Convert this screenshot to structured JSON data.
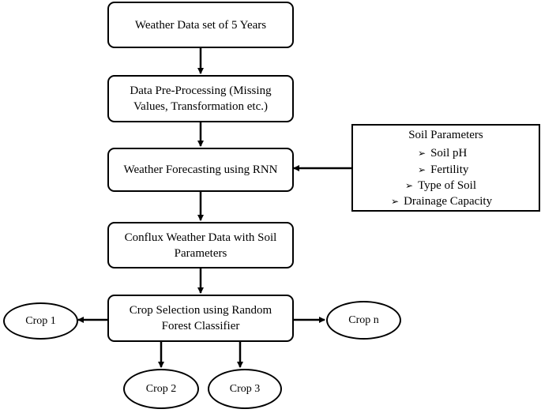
{
  "flow": {
    "step1": "Weather  Data set of 5 Years",
    "step2_line1": "Data Pre-Processing (Missing",
    "step2_line2": "Values, Transformation etc.)",
    "step3": "Weather  Forecasting using RNN",
    "step4_line1": "Conflux Weather Data with Soil",
    "step4_line2": "Parameters",
    "step5_line1": "Crop Selection using Random",
    "step5_line2": "Forest Classifier"
  },
  "soil": {
    "title": "Soil Parameters",
    "items": [
      "Soil pH",
      "Fertility",
      "Type  of Soil",
      "Drainage  Capacity"
    ],
    "bullet": "➢"
  },
  "crops": {
    "crop1": "Crop 1",
    "crop2": "Crop 2",
    "crop3": "Crop 3",
    "cropn": "Crop n"
  }
}
